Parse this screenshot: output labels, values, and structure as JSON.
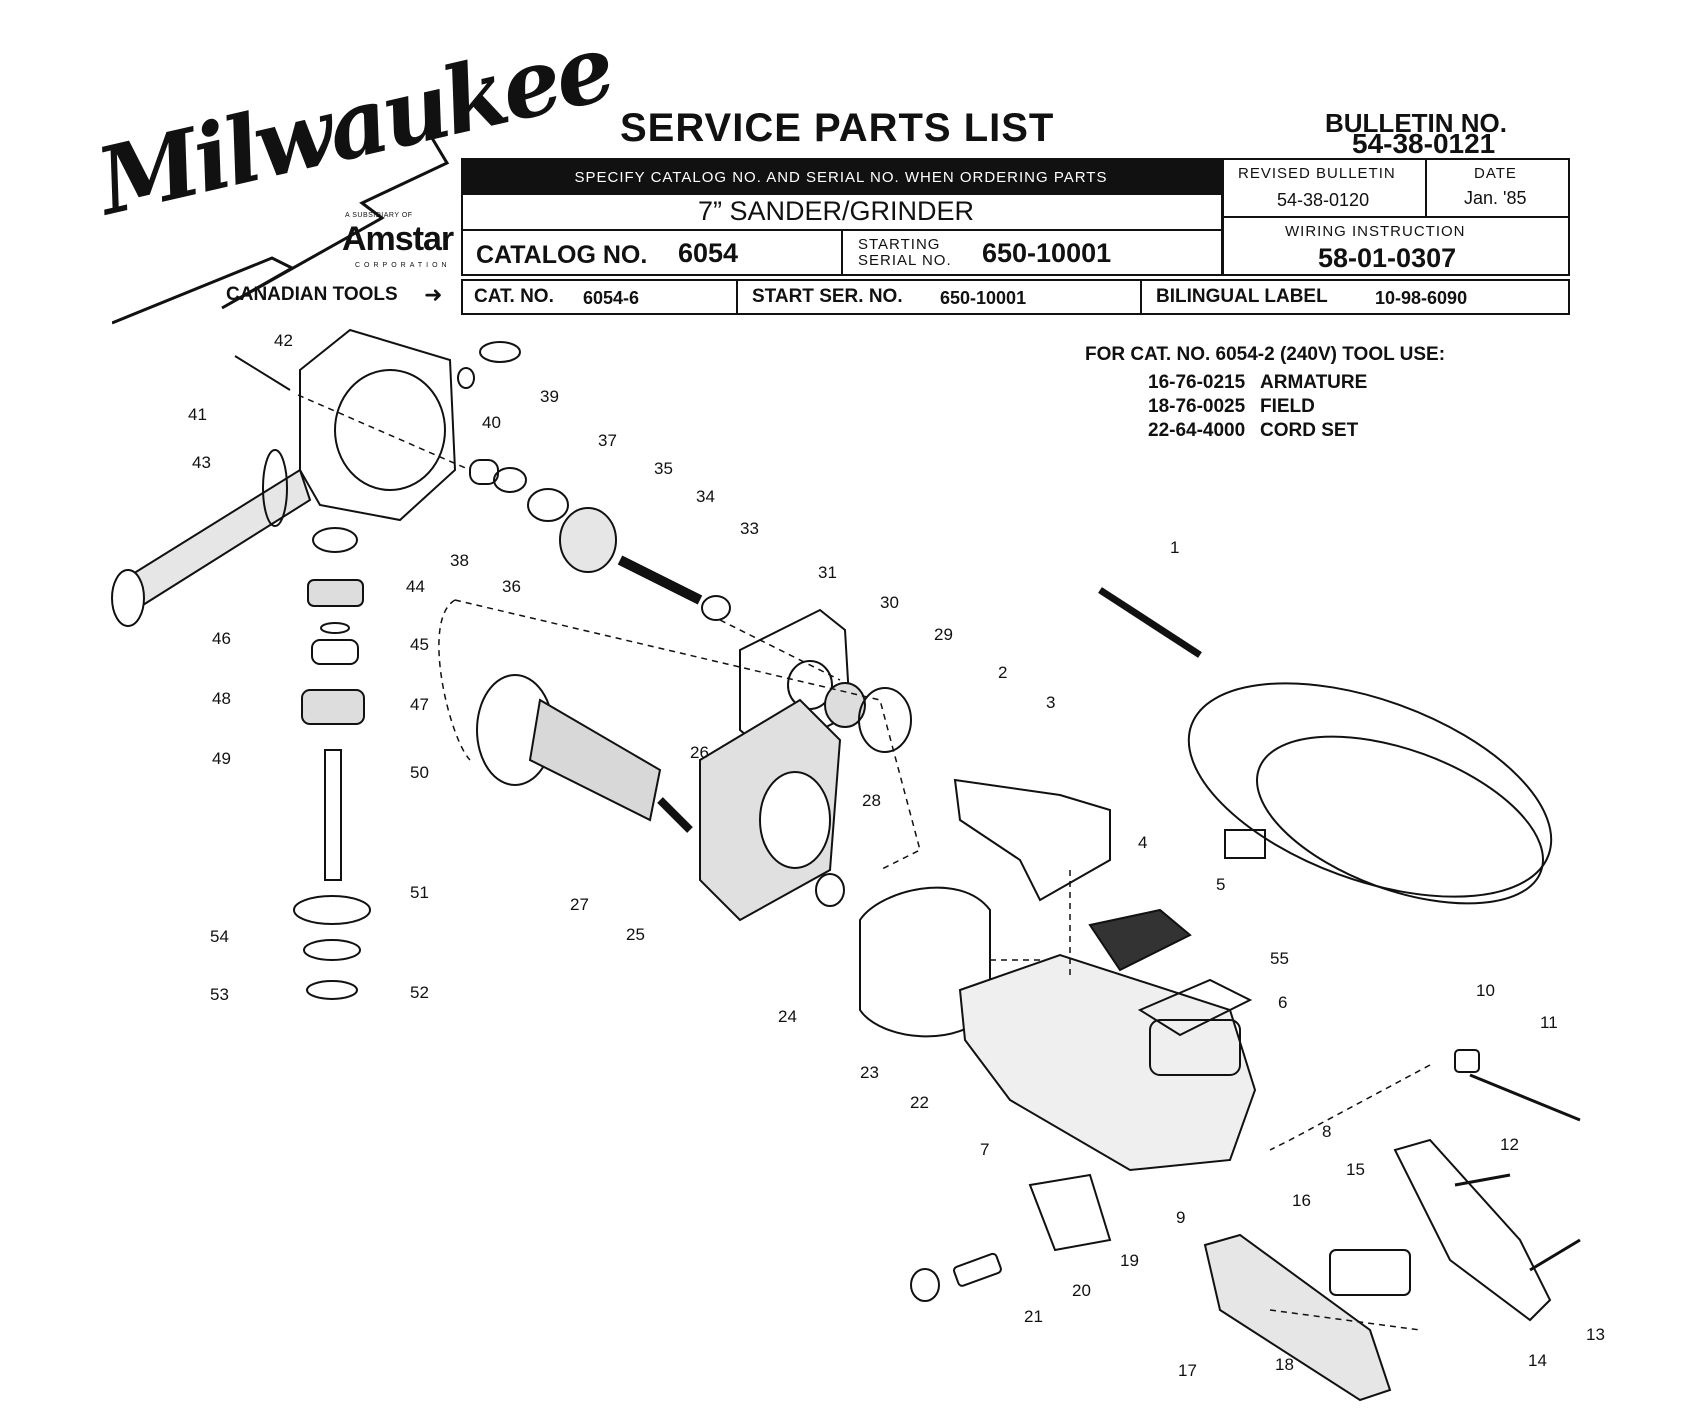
{
  "brand": {
    "name": "Milwaukee",
    "subsidiary_label": "A SUBSIDIARY OF",
    "parent": "Amstar",
    "parent_sub": "CORPORATION"
  },
  "header": {
    "title": "SERVICE PARTS LIST",
    "bulletin_label": "BULLETIN NO.",
    "bulletin_no": "54-38-0121",
    "specify_bar": "SPECIFY CATALOG NO. AND SERIAL NO. WHEN ORDERING PARTS",
    "product": "7” SANDER/GRINDER",
    "catalog_label": "CATALOG NO.",
    "catalog_no": "6054",
    "starting_label_1": "STARTING",
    "starting_label_2": "SERIAL NO.",
    "starting_serial": "650-10001",
    "revised_label": "REVISED BULLETIN",
    "revised_no": "54-38-0120",
    "date_label": "DATE",
    "date_value": "Jan. '85",
    "wiring_label": "WIRING INSTRUCTION",
    "wiring_no": "58-01-0307"
  },
  "canadian": {
    "label": "CANADIAN TOOLS",
    "cat_label": "CAT. NO.",
    "cat_no": "6054-6",
    "start_label": "START SER. NO.",
    "start_no": "650-10001",
    "bilingual_label": "BILINGUAL LABEL",
    "bilingual_no": "10-98-6090"
  },
  "note": {
    "heading": "FOR CAT. NO. 6054-2 (240V) TOOL USE:",
    "items": [
      {
        "part": "16-76-0215",
        "desc": "ARMATURE"
      },
      {
        "part": "18-76-0025",
        "desc": "FIELD"
      },
      {
        "part": "22-64-4000",
        "desc": "CORD SET"
      }
    ]
  },
  "part_numbers": [
    "1",
    "2",
    "3",
    "4",
    "5",
    "55",
    "6",
    "7",
    "8",
    "9",
    "10",
    "11",
    "12",
    "13",
    "14",
    "15",
    "16",
    "17",
    "18",
    "19",
    "20",
    "21",
    "22",
    "23",
    "24",
    "25",
    "26",
    "27",
    "28",
    "29",
    "30",
    "31",
    "33",
    "34",
    "35",
    "36",
    "37",
    "38",
    "39",
    "40",
    "41",
    "42",
    "43",
    "44",
    "45",
    "46",
    "47",
    "48",
    "49",
    "50",
    "51",
    "52",
    "53",
    "54"
  ]
}
